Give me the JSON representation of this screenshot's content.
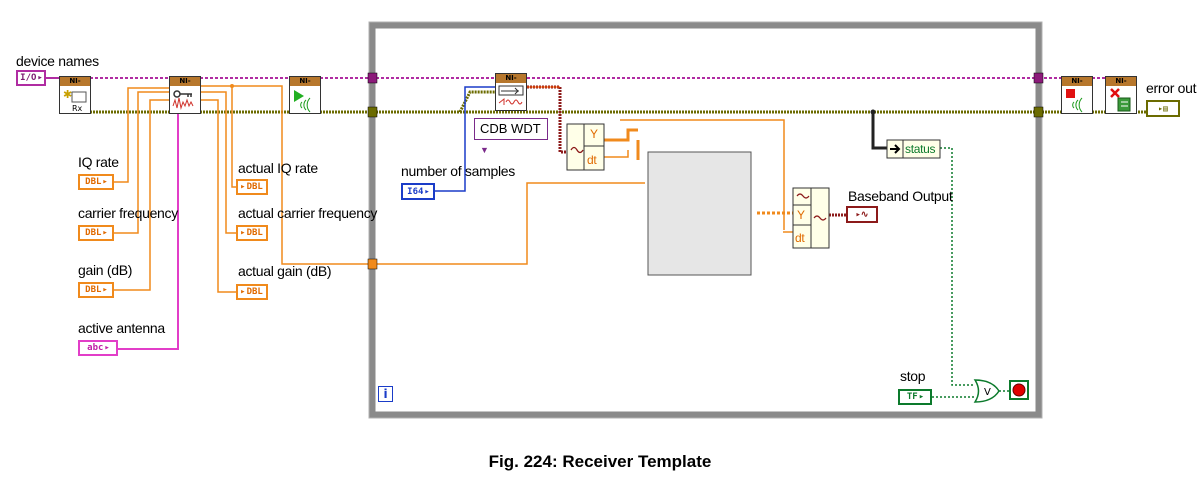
{
  "labels": {
    "device_names": "device names",
    "iq_rate": "IQ rate",
    "carrier_frequency": "carrier frequency",
    "gain": "gain (dB)",
    "active_antenna": "active antenna",
    "actual_iq_rate": "actual IQ rate",
    "actual_carrier_frequency": "actual carrier frequency",
    "actual_gain": "actual gain (dB)",
    "number_of_samples": "number of samples",
    "baseband_output": "Baseband Output",
    "stop": "stop",
    "error_out": "error out",
    "status": "status",
    "cdb_wdt": "CDB WDT",
    "loop_index": "i"
  },
  "terminals": {
    "io": "I/O",
    "dbl": "DBL",
    "abc": "abc",
    "i64": "I64",
    "tf": "TF"
  },
  "vi_header": "NI-USRP",
  "cluster": {
    "y": "Y",
    "dt": "dt"
  },
  "figure_caption": "Fig. 224: Receiver Template",
  "colors": {
    "error_wire": "#6b6b00",
    "session_wire": "#b02ca2",
    "dbl_wire": "#f08a1c",
    "i64_wire": "#1a3cc8",
    "cluster_wire": "#8c1a1a",
    "bool_wire": "#0c7a2c",
    "loop_frame": "#888888"
  }
}
